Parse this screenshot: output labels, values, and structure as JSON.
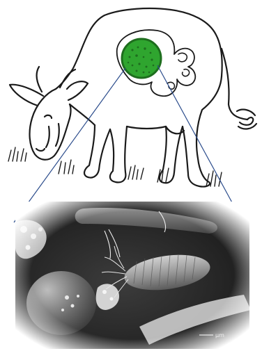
{
  "figure": {
    "scale_bar_text": "μm",
    "colors": {
      "outline": "#1a1a1a",
      "background": "#ffffff",
      "highlight_fill": "#2fa52f",
      "highlight_stroke": "#1e6e1e",
      "zoom_lines": "#2b4c8c",
      "micrograph_dark": "#2a2a2a",
      "micrograph_light": "#e8e8e8"
    },
    "parts": {
      "illustration": "cow-line-drawing",
      "highlight": "rumen-circle",
      "micrograph": "rumen-microbe-electron-micrograph"
    }
  }
}
